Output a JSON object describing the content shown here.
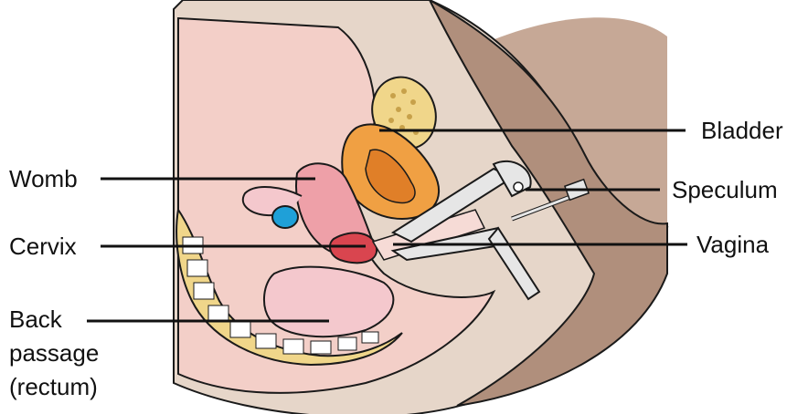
{
  "labels": {
    "bladder": "Bladder",
    "speculum": "Speculum",
    "vagina": "Vagina",
    "womb": "Womb",
    "cervix": "Cervix",
    "back_passage_line1": "Back",
    "back_passage_line2": "passage",
    "back_passage_line3": "(rectum)"
  },
  "colors": {
    "outline": "#1a1a1a",
    "skin_outer": "#b08f7c",
    "skin_inner": "#d9c4b6",
    "tissue": "#e9ddd2",
    "pink": "#f3c3c0",
    "womb": "#eea0a8",
    "cervix_red": "#d9454f",
    "bladder_orange": "#f0a043",
    "bladder_inner": "#e07f28",
    "bone": "#f0d68a",
    "ovary_blue": "#1fa0d8",
    "speculum": "#e6e6e6"
  }
}
